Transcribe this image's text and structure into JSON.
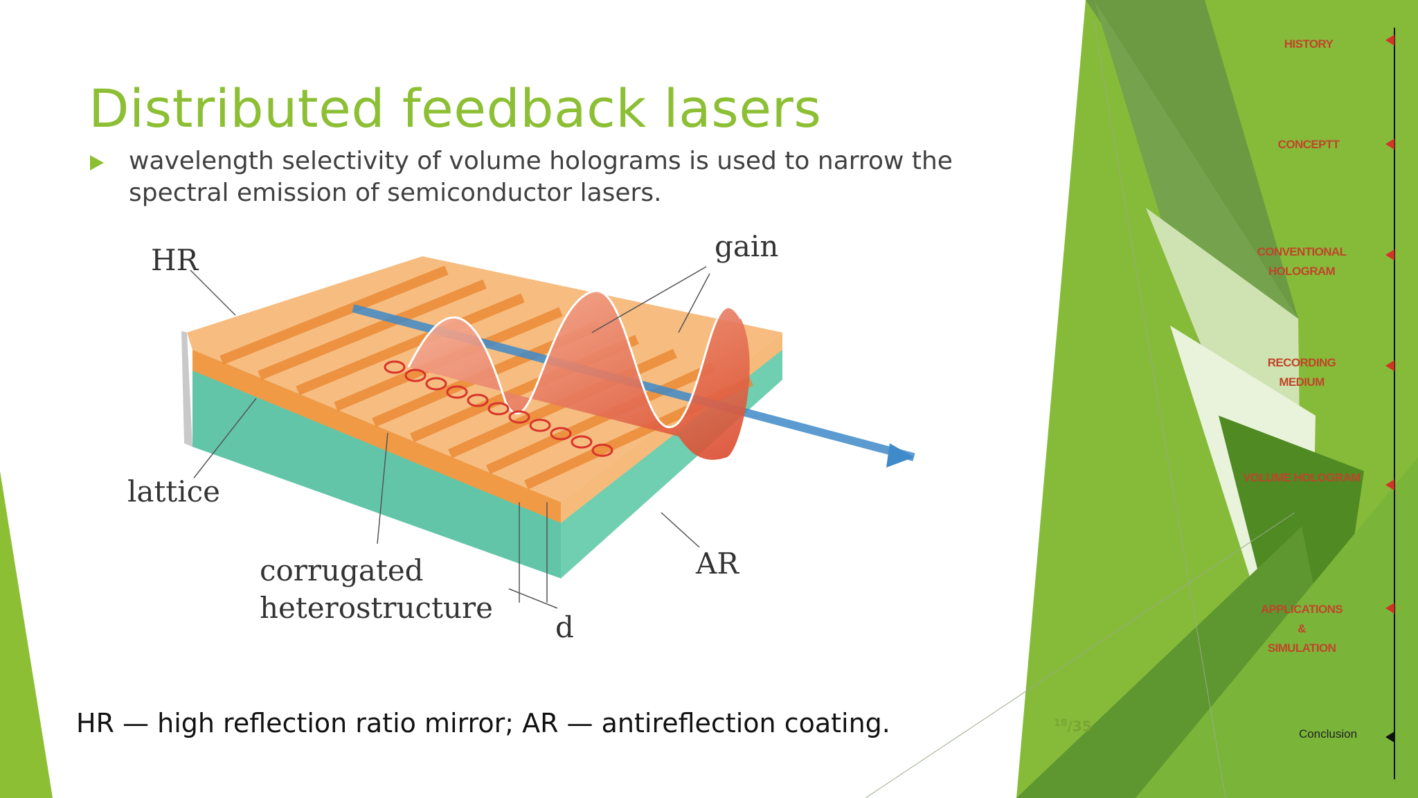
{
  "slide": {
    "title": "Distributed feedback lasers",
    "bullet": "wavelength selectivity of volume holograms is used to narrow the spectral emission of semiconductor lasers.",
    "caption": "HR — high reflection ratio mirror; AR — antireflection coating.",
    "page_current": "18",
    "page_total": "/35"
  },
  "diagram": {
    "labels": {
      "hr": "HR",
      "gain": "gain",
      "lattice": "lattice",
      "corrugated_1": "corrugated",
      "corrugated_2": "heterostructure",
      "ar": "AR",
      "d": "d"
    }
  },
  "nav": {
    "items": [
      {
        "line1": "HISTORY"
      },
      {
        "line1": "CONCEPTT"
      },
      {
        "line1": "CONVENTIONAL",
        "line2": "HOLOGRAM"
      },
      {
        "line1": "RECORDING",
        "line2": "MEDIUM"
      },
      {
        "line1": "VOLUME HOLOGRAM"
      },
      {
        "line1": "APPLICATIONS",
        "line2": "&",
        "line3": "SIMULATION"
      },
      {
        "line1": "Conclusion"
      }
    ]
  },
  "colors": {
    "accent": "#8cbf33",
    "nav_text": "#c0452a",
    "nav_arrow": "#d0332a"
  }
}
